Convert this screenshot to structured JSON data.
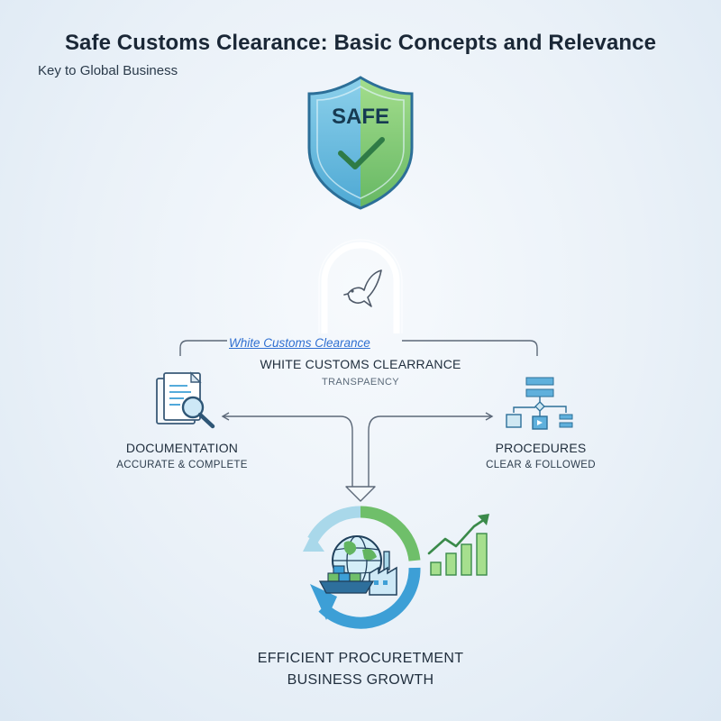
{
  "header": {
    "title": "Safe Customs Clearance: Basic Concepts and Relevance",
    "subtitle": "Key to Global Business"
  },
  "shield": {
    "label": "SAFE",
    "icon": "shield-check-icon",
    "colors": [
      "#5bb8d8",
      "#7cc67a"
    ]
  },
  "center": {
    "icon": "dove-icon",
    "link_label": "White Customs Clearance",
    "title": "WHITE CUSTOMS CLEARRANCE",
    "subtitle": "TRANSPAENCY"
  },
  "documentation": {
    "icon": "document-magnifier-icon",
    "title": "DOCUMENTATION",
    "subtitle": "ACCURATE & COMPLETE"
  },
  "procedures": {
    "icon": "flowchart-icon",
    "title": "PROCEDURES",
    "subtitle": "CLEAR & FOLLOWED"
  },
  "outcome": {
    "icons": [
      "cycle-arrows-icon",
      "globe-icon",
      "ship-icon",
      "factory-icon",
      "growth-chart-icon"
    ],
    "line1": "EFFICIENT PROCURETMENT",
    "line2": "BUSINESS GROWTH"
  },
  "colors": {
    "blue": "#3d9fd6",
    "green": "#6fbf6a",
    "line": "#5c6878",
    "link": "#2f6fd1"
  }
}
